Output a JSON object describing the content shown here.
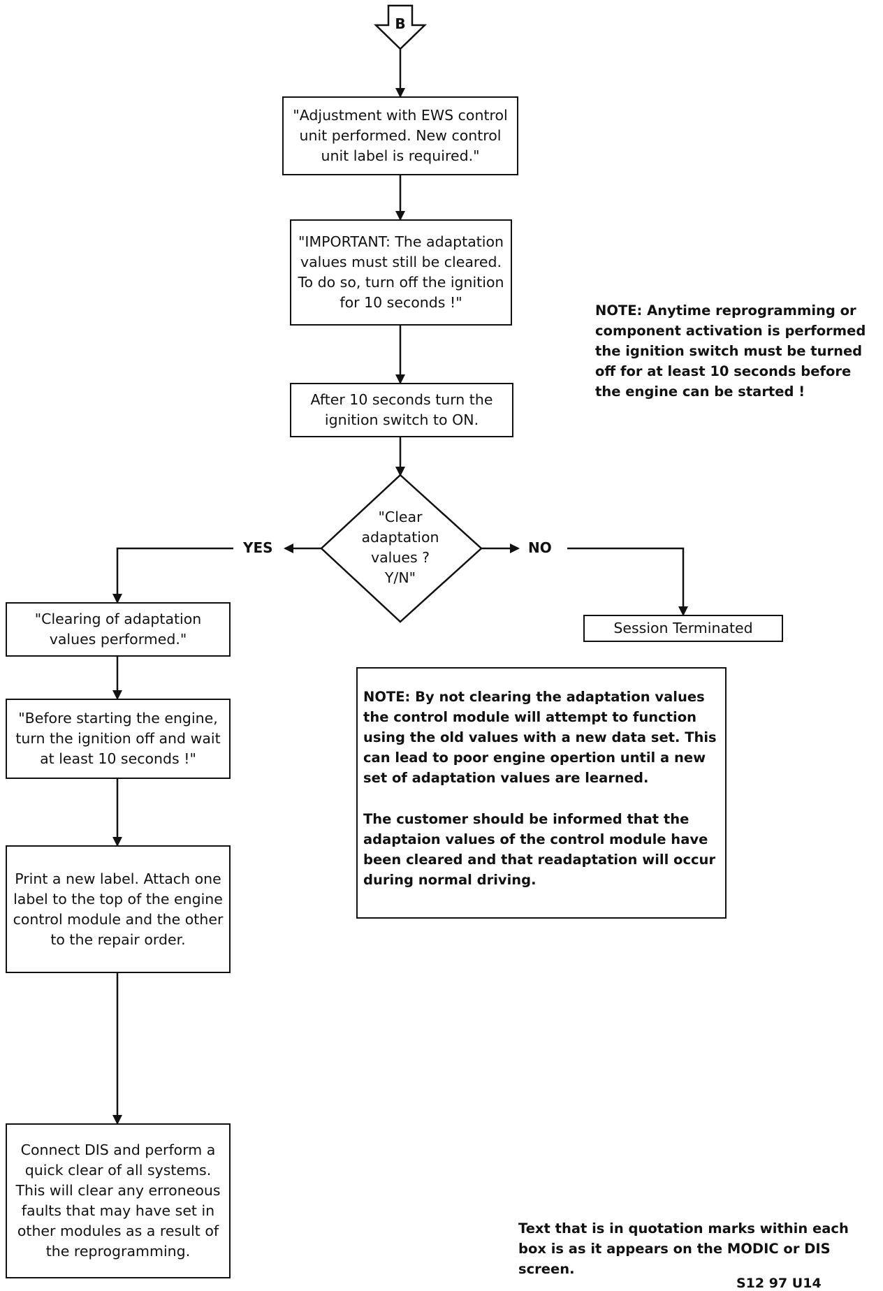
{
  "connector": {
    "label": "B"
  },
  "steps": {
    "adjustment": "\"Adjustment with EWS control unit performed.  New control unit label is required.\"",
    "important": "\"IMPORTANT: The adaptation values must still be cleared.  To do so, turn off the ignition for 10 seconds !\"",
    "after_10s": "After 10 seconds turn the ignition switch to ON.",
    "clearing": "\"Clearing of adaptation values performed.\"",
    "before_start": "\"Before starting the engine, turn the ignition off and wait at least 10 seconds !\"",
    "print_label": "Print a new label.  Attach one label to the top of the engine control module and the other to the repair order.",
    "connect_dis": "Connect DIS and perform a quick clear of all systems.  This will clear any erroneous faults that may have set in other modules as a result of the reprogramming.",
    "session_terminated": "Session Terminated"
  },
  "decision": {
    "text": "\"Clear adaptation values ? Y/N\"",
    "yes_label": "YES",
    "no_label": "NO"
  },
  "notes": {
    "reprogramming": "NOTE: Anytime reprogramming or component activation is performed the ignition switch must be turned off for at least 10 seconds before the engine can be started !",
    "not_clearing_1": "NOTE: By not clearing the adaptation values the control module will attempt to function using the old values with a new data set. This can lead to poor engine opertion until a new set of adaptation values are learned.",
    "not_clearing_2": "The customer should be informed that the adaptaion values of the control module have been cleared and that readaptation will occur during normal driving.",
    "quotation": "Text that is in quotation marks within each box is as it appears on the MODIC or DIS screen."
  },
  "figure_code": "S12 97 U14"
}
